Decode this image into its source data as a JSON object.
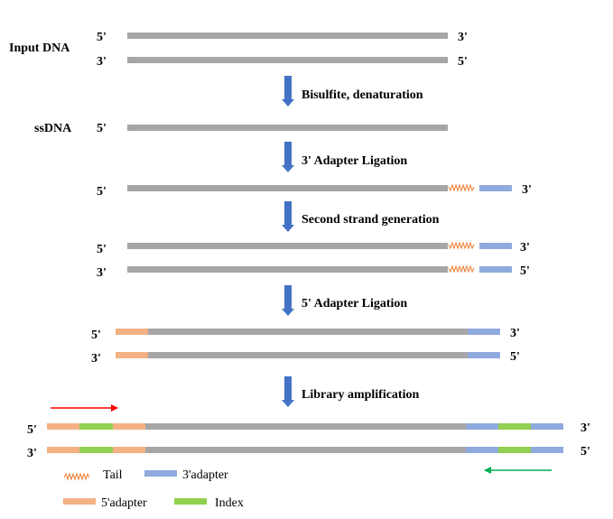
{
  "labels": {
    "input_dna": "Input DNA",
    "ssdna": "ssDNA"
  },
  "ends": {
    "five": "5'",
    "three": "3'"
  },
  "steps": [
    "Bisulfite, denaturation",
    "3' Adapter Ligation",
    "Second strand generation",
    "5' Adapter Ligation",
    "Library amplification"
  ],
  "legend": {
    "tail": "Tail",
    "adapter3": "3'adapter",
    "adapter5": "5'adapter",
    "index": "Index"
  },
  "colors": {
    "dna": "#a8a5a6",
    "adapter3": "#8faadc",
    "adapter5": "#f4b183",
    "index": "#92d050",
    "tail": "#ed7d31",
    "step_arrow": "#4472c4",
    "forward_primer": "#ff0000",
    "reverse_primer": "#00b050"
  }
}
